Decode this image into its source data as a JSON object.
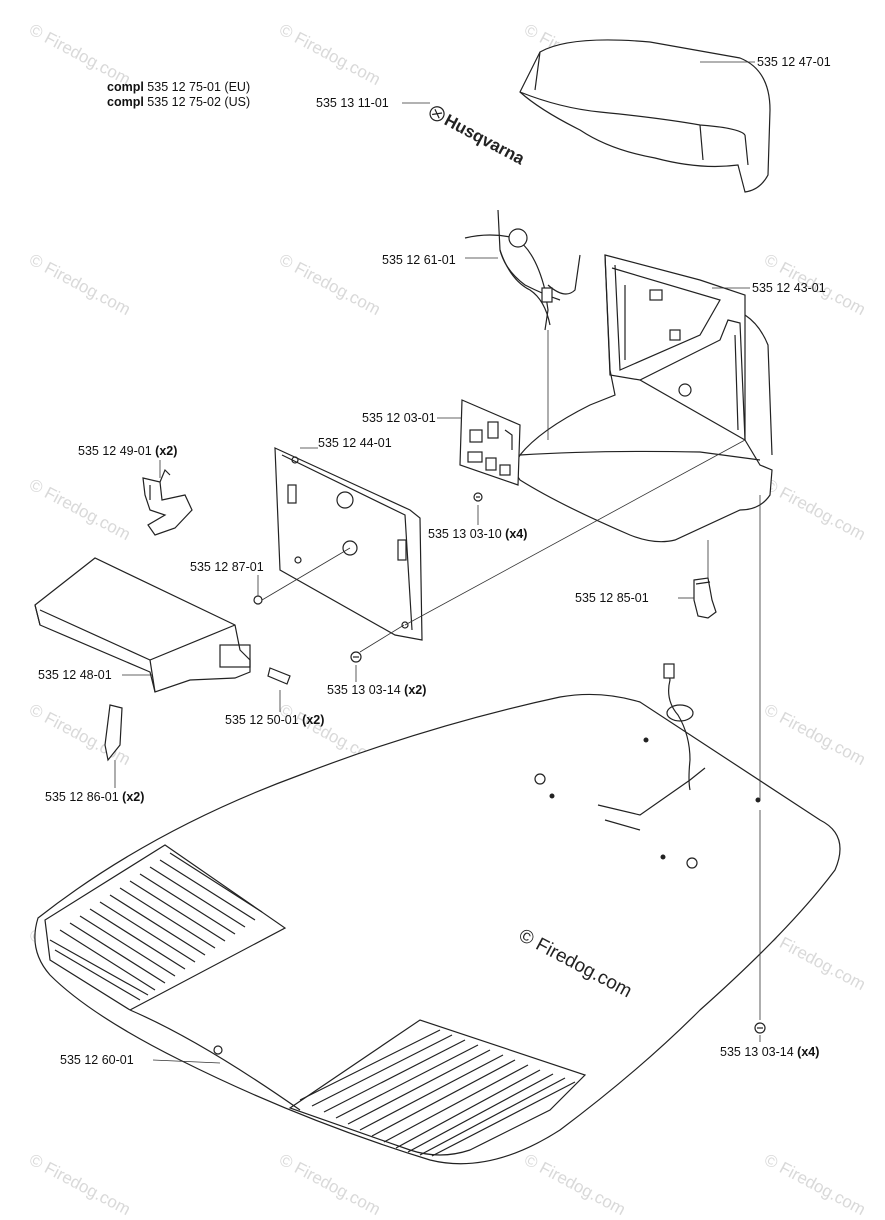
{
  "watermark_text": "© Firedog.com",
  "credit_text": "© Firedog.com",
  "logo_text": "Husqvarna",
  "assembly": {
    "line1_bold": "compl",
    "line1_rest": " 535 12 75-01 (EU)",
    "line2_bold": "compl",
    "line2_rest": " 535 12 75-02 (US)"
  },
  "labels": {
    "p_124701": "535 12 47-01",
    "p_131101": "535 13 11-01",
    "p_126101": "535 12 61-01",
    "p_124301": "535 12 43-01",
    "p_120301": "535 12 03-01",
    "p_124401": "535 12 44-01",
    "p_124901": "535 12 49-01",
    "p_124901_qty": "(x2)",
    "p_130310": "535 13 03-10",
    "p_130310_qty": "(x4)",
    "p_128701": "535 12 87-01",
    "p_128501": "535 12 85-01",
    "p_124801": "535 12 48-01",
    "p_130314a": "535 13 03-14",
    "p_130314a_qty": "(x2)",
    "p_125001": "535 12 50-01",
    "p_125001_qty": "(x2)",
    "p_128601": "535 12 86-01",
    "p_128601_qty": "(x2)",
    "p_126001": "535 12 60-01",
    "p_130314b": "535 13 03-14",
    "p_130314b_qty": "(x4)"
  }
}
